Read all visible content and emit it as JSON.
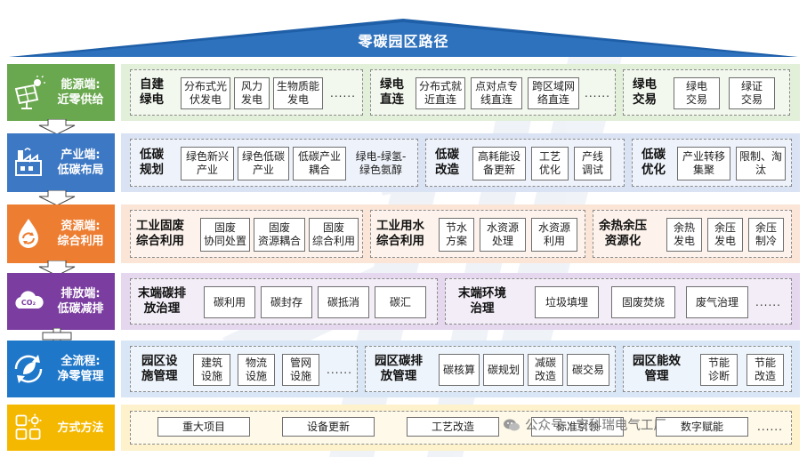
{
  "title": "零碳园区路径",
  "watermark": "公众号 · 安科瑞电气工厂",
  "rows": [
    {
      "label": [
        "能源端:",
        "近零供给"
      ],
      "color": "#6aa84f",
      "band": "#e2efd9",
      "groups": [
        {
          "title": [
            "自建",
            "绿电"
          ],
          "items": [
            [
              "分布式光",
              "伏发电"
            ],
            [
              "风力",
              "发电"
            ],
            [
              "生物质能",
              "发电"
            ]
          ],
          "more": "......"
        },
        {
          "title": [
            "绿电",
            "直连"
          ],
          "items": [
            [
              "分布式就",
              "近直连"
            ],
            [
              "点对点专",
              "线直连"
            ],
            [
              "跨区域网",
              "络直连"
            ]
          ],
          "more": "......"
        },
        {
          "title": [
            "绿电",
            "交易"
          ],
          "items": [
            [
              "绿电",
              "交易"
            ],
            [
              "绿证",
              "交易"
            ]
          ]
        }
      ]
    },
    {
      "label": [
        "产业端:",
        "低碳布局"
      ],
      "color": "#3d78c4",
      "band": "#dae3f3",
      "groups": [
        {
          "title": [
            "低碳",
            "规划"
          ],
          "items": [
            [
              "绿色新兴",
              "产业"
            ],
            [
              "绿色低碳",
              "产业"
            ],
            [
              "低碳产业",
              "耦合"
            ]
          ],
          "plain": [
            "绿电-绿氢-",
            "绿色氨醇"
          ]
        },
        {
          "title": [
            "低碳",
            "改造"
          ],
          "items": [
            [
              "高耗能设",
              "备更新"
            ],
            [
              "工艺",
              "优化"
            ],
            [
              "产线",
              "调试"
            ]
          ]
        },
        {
          "title": [
            "低碳",
            "优化"
          ],
          "items": [
            [
              "产业转移",
              "集聚"
            ],
            [
              "限制、淘",
              "汰"
            ]
          ]
        }
      ]
    },
    {
      "label": [
        "资源端:",
        "综合利用"
      ],
      "color": "#ed7d31",
      "band": "#fbe5d6",
      "groups": [
        {
          "title": [
            "工业固废",
            "综合利用"
          ],
          "items": [
            [
              "固废",
              "协同处置"
            ],
            [
              "固废",
              "资源耦合"
            ],
            [
              "固废",
              "综合利用"
            ]
          ]
        },
        {
          "title": [
            "工业用水",
            "综合利用"
          ],
          "items": [
            [
              "节水",
              "方案"
            ],
            [
              "水资源",
              "处理"
            ],
            [
              "水资源",
              "利用"
            ]
          ]
        },
        {
          "title": [
            "余热余压",
            "资源化"
          ],
          "items": [
            [
              "余热",
              "发电"
            ],
            [
              "余压",
              "发电"
            ],
            [
              "余压",
              "制冷"
            ]
          ]
        }
      ]
    },
    {
      "label": [
        "排放端:",
        "低碳减排"
      ],
      "color": "#7b3ea0",
      "band": "#e4d7ee",
      "icon_text": "CO₂",
      "groups": [
        {
          "title": [
            "末端碳排",
            "放治理"
          ],
          "items": [
            [
              "碳利用"
            ],
            [
              "碳封存"
            ],
            [
              "碳抵消"
            ],
            [
              "碳汇"
            ]
          ]
        },
        {
          "title": [
            "末端环境",
            "治理"
          ],
          "items": [
            [
              "垃圾填埋"
            ],
            [
              "固废焚烧"
            ],
            [
              "废气治理"
            ]
          ],
          "more": "......"
        }
      ]
    },
    {
      "label": [
        "全流程:",
        "净零管理"
      ],
      "color": "#1f77c9",
      "band": "#d9e6f6",
      "groups": [
        {
          "title": [
            "园区设",
            "施管理"
          ],
          "items": [
            [
              "建筑",
              "设施"
            ],
            [
              "物流",
              "设施"
            ],
            [
              "管网",
              "设施"
            ]
          ],
          "more": "......"
        },
        {
          "title": [
            "园区碳排",
            "放管理"
          ],
          "items": [
            [
              "碳核算"
            ],
            [
              "碳规划"
            ],
            [
              "减碳",
              "改造"
            ],
            [
              "碳交易"
            ]
          ]
        },
        {
          "title": [
            "园区能效",
            "管理"
          ],
          "items": [
            [
              "节能",
              "诊断"
            ],
            [
              "节能",
              "改造"
            ]
          ]
        }
      ]
    },
    {
      "label": [
        "方式方法"
      ],
      "color": "#f5b800",
      "band": "#fdf2cc",
      "items": [
        "重大项目",
        "设备更新",
        "工艺改造",
        "标准引领",
        "数字赋能"
      ],
      "more": "......"
    }
  ]
}
